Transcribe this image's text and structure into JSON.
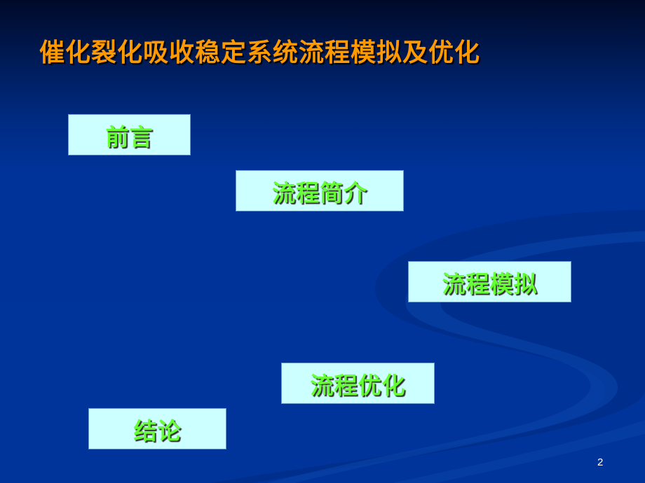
{
  "slide": {
    "title": "催化裂化吸收稳定系统流程模拟及优化",
    "page_number": "2",
    "colors": {
      "title": "#ff9900",
      "box_bg": "#ccffff",
      "box_text": "#66ff33",
      "background": "#00349a"
    },
    "items": [
      {
        "label": "前言"
      },
      {
        "label": "流程简介"
      },
      {
        "label": "流程模拟"
      },
      {
        "label": "流程优化"
      },
      {
        "label": "结论"
      }
    ]
  }
}
